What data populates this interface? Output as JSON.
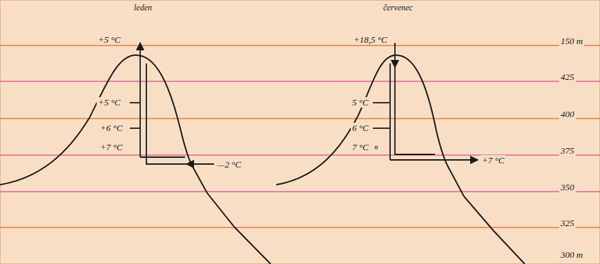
{
  "diagram": {
    "labels": [
      "leden",
      "červenec",
      "+5 °C",
      "+5 °C",
      "+6 °C",
      "+7 °C",
      "—2 °C",
      "+18,5 °C",
      "5 °C",
      "6 °C",
      "7 °C",
      "+7 °C",
      "150 m",
      "425",
      "400",
      "375",
      "350",
      "325",
      "300 m"
    ]
  }
}
